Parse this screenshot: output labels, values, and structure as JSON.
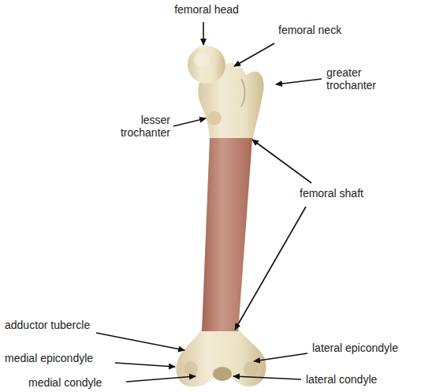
{
  "diagram": {
    "labels": [
      "femoral head",
      "femoral neck",
      "greater trochanter",
      "lesser trochanter",
      "femoral shaft",
      "adductor tubercle",
      "medial epicondyle",
      "lateral epicondyle",
      "medial condyle",
      "lateral condyle"
    ]
  }
}
